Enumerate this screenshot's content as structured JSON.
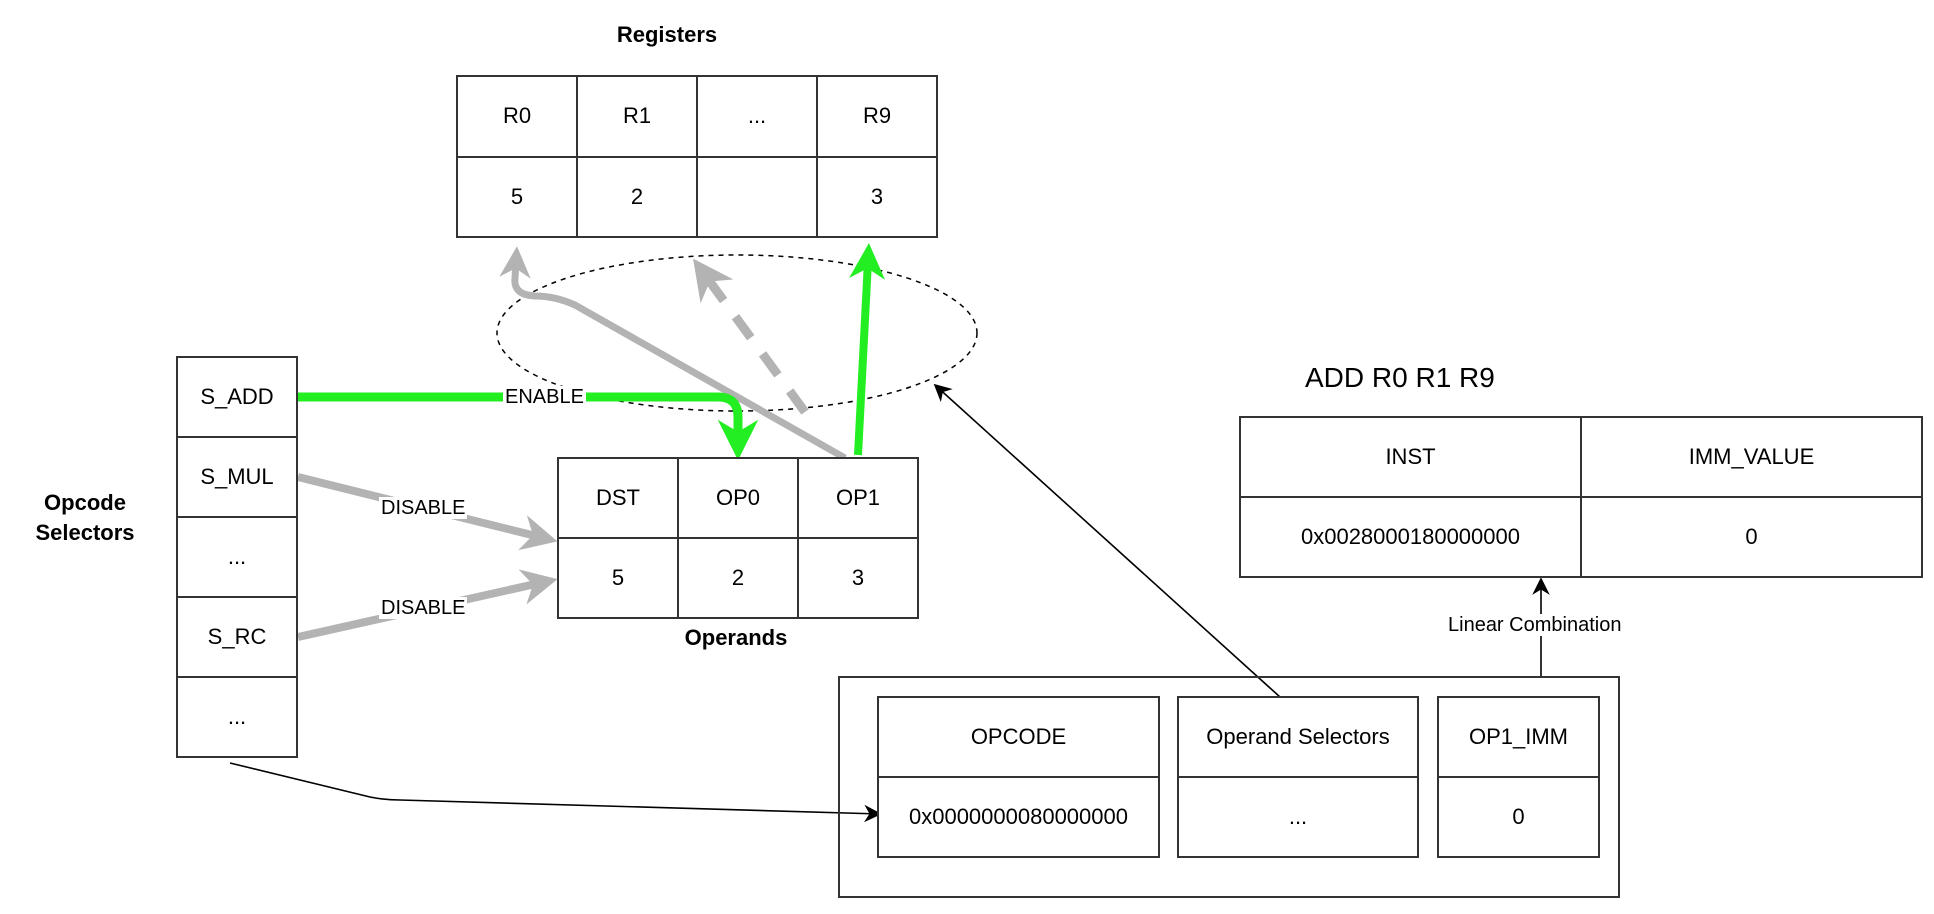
{
  "registers": {
    "title": "Registers",
    "names": [
      "R0",
      "R1",
      "...",
      "R9"
    ],
    "values": [
      "5",
      "2",
      "",
      "3"
    ]
  },
  "operands": {
    "title": "Operands",
    "names": [
      "DST",
      "OP0",
      "OP1"
    ],
    "values": [
      "5",
      "2",
      "3"
    ]
  },
  "opcode_selectors": {
    "title_line1": "Opcode",
    "title_line2": "Selectors",
    "items": [
      "S_ADD",
      "S_MUL",
      "...",
      "S_RC",
      "..."
    ]
  },
  "edges": {
    "enable": "ENABLE",
    "disable_mul": "DISABLE",
    "disable_rc": "DISABLE",
    "linear_combination": "Linear Combination"
  },
  "instruction": {
    "title": "ADD R0 R1 R9",
    "headers": [
      "INST",
      "IMM_VALUE"
    ],
    "values": [
      "0x0028000180000000",
      "0"
    ]
  },
  "encoding": {
    "headers": [
      "OPCODE",
      "Operand Selectors",
      "OP1_IMM"
    ],
    "values": [
      "0x0000000080000000",
      "...",
      "0"
    ]
  },
  "colors": {
    "active": "#22ee22",
    "inactive": "#b3b3b3",
    "line": "#000000",
    "border": "#333333"
  }
}
